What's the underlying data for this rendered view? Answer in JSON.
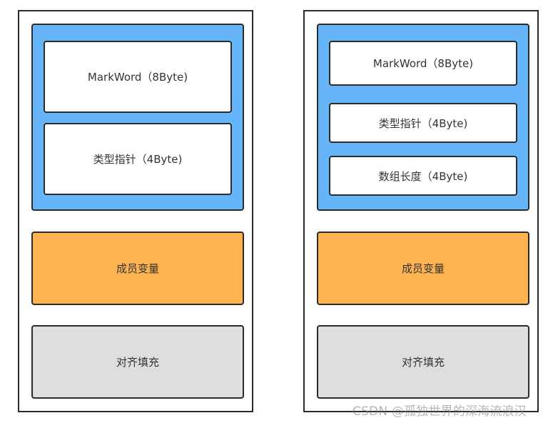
{
  "left_object": {
    "header": {
      "mark_word": "MarkWord（8Byte)",
      "type_pointer": "类型指针（4Byte)"
    },
    "members": "成员变量",
    "padding": "对齐填充"
  },
  "right_object": {
    "header": {
      "mark_word": "MarkWord（8Byte)",
      "type_pointer": "类型指针（4Byte)",
      "array_length": "数组长度（4Byte)"
    },
    "members": "成员变量",
    "padding": "对齐填充"
  },
  "watermark": "CSDN @孤独世界的深海流浪汉",
  "colors": {
    "header_blue": "#66b5f8",
    "members_orange": "#fdb34f",
    "padding_gray": "#dedede",
    "border": "#2b2b2b"
  }
}
